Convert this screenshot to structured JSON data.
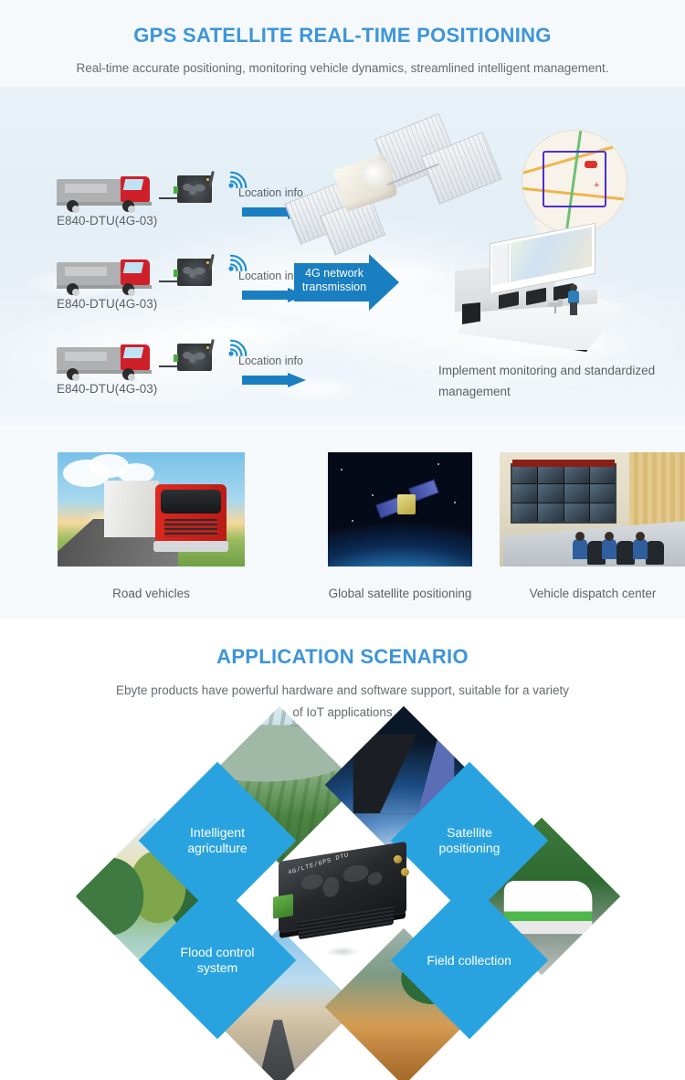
{
  "gps_section": {
    "title": "GPS SATELLITE REAL-TIME POSITIONING",
    "subtitle": "Real-time accurate positioning, monitoring vehicle dynamics, streamlined intelligent management.",
    "accent_color": "#3d95d8",
    "arrow_color": "#1a7fc1",
    "background_color": "#f5f9fc",
    "vehicle_rows": [
      {
        "device_label": "E840-DTU(4G-03)",
        "flow_label": "Location info",
        "icon": "truck-icon",
        "signal_icon": "wifi-signal-icon"
      },
      {
        "device_label": "E840-DTU(4G-03)",
        "flow_label": "Location info",
        "icon": "truck-icon",
        "signal_icon": "wifi-signal-icon"
      },
      {
        "device_label": "E840-DTU(4G-03)",
        "flow_label": "Location info",
        "icon": "truck-icon",
        "signal_icon": "wifi-signal-icon"
      }
    ],
    "network_arrow": {
      "line1": "4G network",
      "line2": "transmission",
      "icon": "right-arrow-icon"
    },
    "satellite_icon": "satellite-icon",
    "map_bubble_icon": "map-bubble-icon",
    "control_room_icon": "control-room-icon",
    "control_room_caption": "Implement monitoring and standardized management",
    "cards": [
      {
        "caption": "Road vehicles",
        "icon": "road-truck-photo"
      },
      {
        "caption": "Global satellite positioning",
        "icon": "satellite-photo"
      },
      {
        "caption": "Vehicle dispatch center",
        "icon": "dispatch-center-photo"
      }
    ]
  },
  "app_section": {
    "title": "APPLICATION SCENARIO",
    "subtitle_line1": "Ebyte products have powerful hardware and software support, suitable for a variety",
    "subtitle_line2": "of IoT applications",
    "accent_color": "#3d95d8",
    "diamond_color": "#29a3e0",
    "center_device": {
      "silkscreen": "4G/LTE/GPS DTU",
      "icon": "dtu-device-icon"
    },
    "labels": [
      {
        "id": "intelligent-agriculture",
        "line1": "Intelligent",
        "line2": "agriculture"
      },
      {
        "id": "satellite-positioning",
        "line1": "Satellite",
        "line2": "positioning"
      },
      {
        "id": "flood-control-system",
        "line1": "Flood control",
        "line2": "system"
      },
      {
        "id": "field-collection",
        "line1": "Field collection",
        "line2": ""
      }
    ],
    "photos": [
      {
        "id": "farmland-photo",
        "name": "farmland"
      },
      {
        "id": "satellite-orbit-photo",
        "name": "satellite in orbit"
      },
      {
        "id": "lake-park-photo",
        "name": "lake park"
      },
      {
        "id": "green-train-photo",
        "name": "green train"
      },
      {
        "id": "desert-road-photo",
        "name": "desert road"
      },
      {
        "id": "mountain-village-photo",
        "name": "mountain village"
      }
    ]
  }
}
